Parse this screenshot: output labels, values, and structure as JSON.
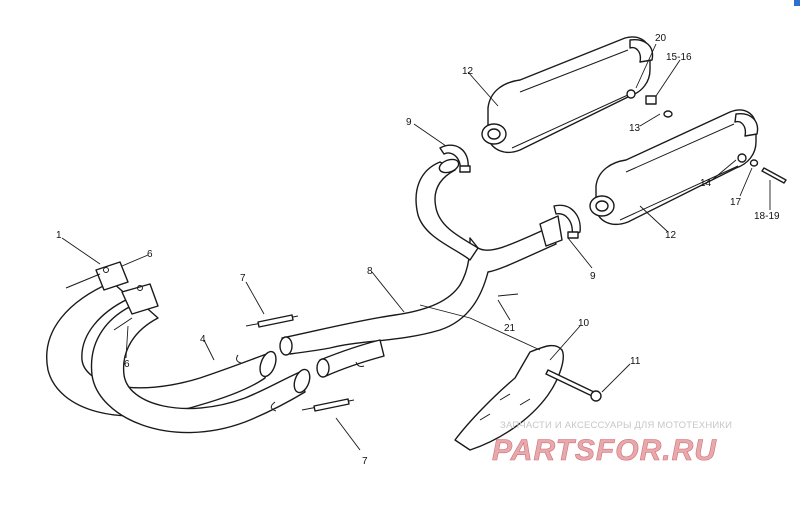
{
  "diagram": {
    "part_labels": [
      {
        "id": "p1",
        "text": "1"
      },
      {
        "id": "p4",
        "text": "4"
      },
      {
        "id": "p6a",
        "text": "6"
      },
      {
        "id": "p6b",
        "text": "6"
      },
      {
        "id": "p7a",
        "text": "7"
      },
      {
        "id": "p7b",
        "text": "7"
      },
      {
        "id": "p8",
        "text": "8"
      },
      {
        "id": "p9a",
        "text": "9"
      },
      {
        "id": "p9b",
        "text": "9"
      },
      {
        "id": "p10",
        "text": "10"
      },
      {
        "id": "p11",
        "text": "11"
      },
      {
        "id": "p12a",
        "text": "12"
      },
      {
        "id": "p12b",
        "text": "12"
      },
      {
        "id": "p13",
        "text": "13"
      },
      {
        "id": "p14",
        "text": "14"
      },
      {
        "id": "p1516",
        "text": "15-16"
      },
      {
        "id": "p17",
        "text": "17"
      },
      {
        "id": "p1819",
        "text": "18-19"
      },
      {
        "id": "p20",
        "text": "20"
      },
      {
        "id": "p21",
        "text": "21"
      }
    ]
  },
  "watermark": {
    "subtitle": "ЗАПЧАСТИ И АКСЕССУАРЫ ДЛЯ МОТОТЕХНИКИ",
    "brand": "PARTSFOR.RU",
    "color": "#e8a9ad"
  },
  "colors": {
    "line": "#1a1a1a",
    "background": "#ffffff",
    "corner_mark": "#2f6fd0"
  }
}
